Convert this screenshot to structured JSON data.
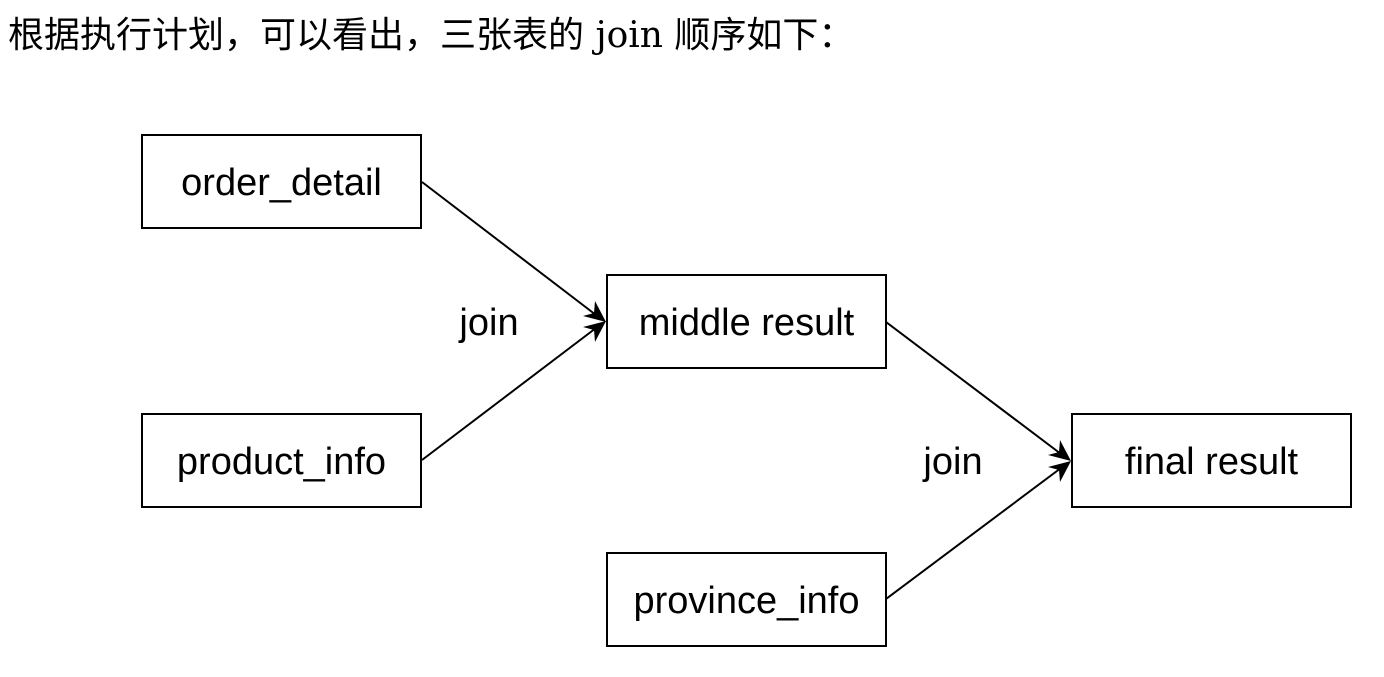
{
  "intro": {
    "text": "根据执行计划，可以看出，三张表的 join 顺序如下："
  },
  "diagram": {
    "nodes": {
      "order_detail": "order_detail",
      "product_info": "product_info",
      "middle_result": "middle result",
      "province_info": "province_info",
      "final_result": "final result"
    },
    "edges": [
      {
        "from": "order_detail",
        "to": "middle_result"
      },
      {
        "from": "product_info",
        "to": "middle_result"
      },
      {
        "from": "middle_result",
        "to": "final_result"
      },
      {
        "from": "province_info",
        "to": "final_result"
      }
    ],
    "join_labels": {
      "first": "join",
      "second": "join"
    }
  }
}
